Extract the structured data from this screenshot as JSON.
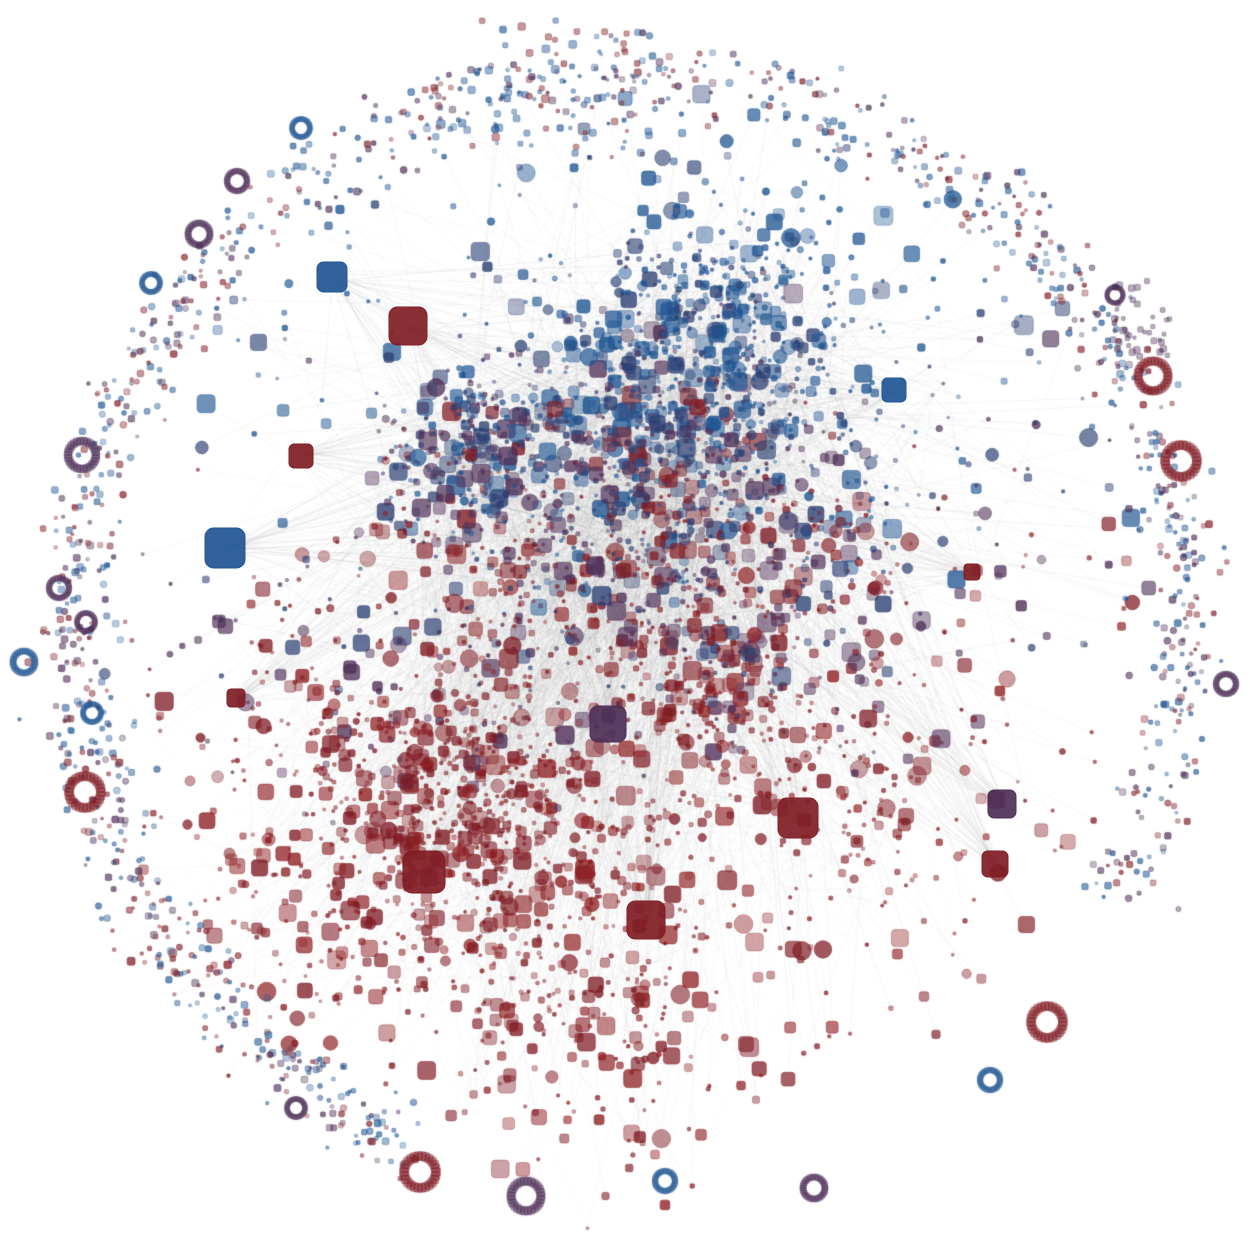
{
  "diagram": {
    "type": "network-graph",
    "background": "#ffffff",
    "edge_color": "#9a9a9a",
    "palette": {
      "blue": "#1f5592",
      "navy": "#2c3f72",
      "purple": "#4e2f57",
      "red": "#801c24",
      "crimson": "#8e1f22"
    },
    "node_shapes": [
      "square",
      "circle"
    ],
    "labels": []
  }
}
